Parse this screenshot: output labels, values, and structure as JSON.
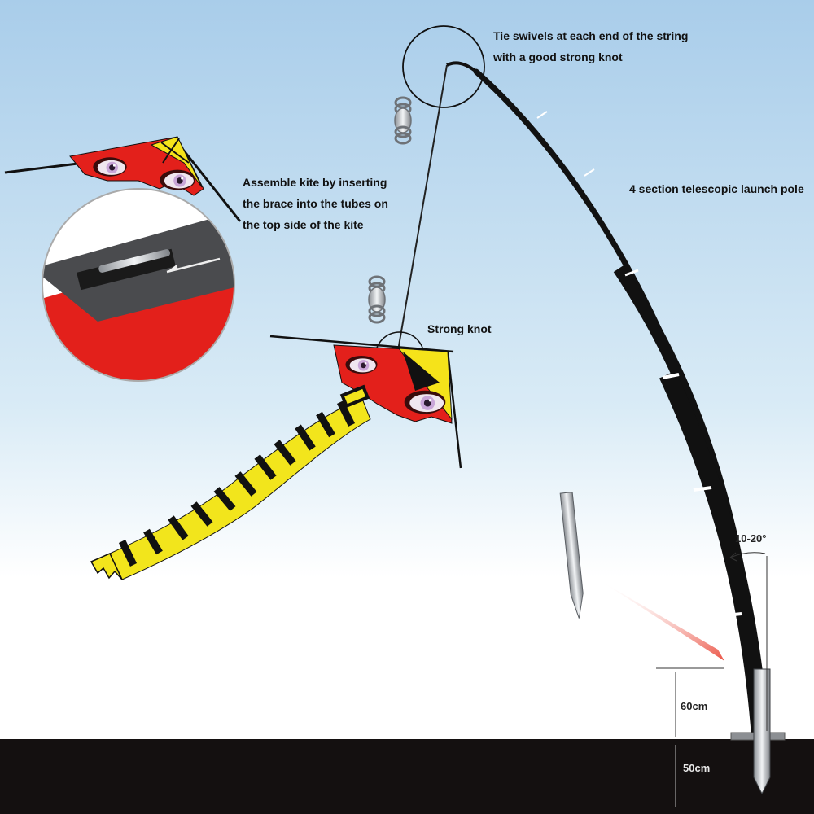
{
  "labels": {
    "swivel_line1": "Tie swivels at each end of the string",
    "swivel_line2": "with a good strong knot",
    "assemble_line1": "Assemble kite by inserting",
    "assemble_line2": "the brace into the tubes on",
    "assemble_line3": "the top side of the kite",
    "pole": "4 section telescopic launch pole",
    "knot": "Strong knot",
    "angle": "10-20°",
    "above_ground": "60cm",
    "below_ground": "50cm"
  },
  "colors": {
    "sky_top": "#a9cdea",
    "sky_bottom": "#ffffff",
    "ground": "#141010",
    "pole": "#111111",
    "kite_red": "#e3201b",
    "kite_yellow": "#f5e31a",
    "tail_yellow": "#f2e51c",
    "tail_black": "#111111",
    "pointer_red": "#ea4b3c"
  },
  "icons": [
    "kite-icon",
    "swivel-icon",
    "ground-stake-icon",
    "arrow-icon"
  ]
}
